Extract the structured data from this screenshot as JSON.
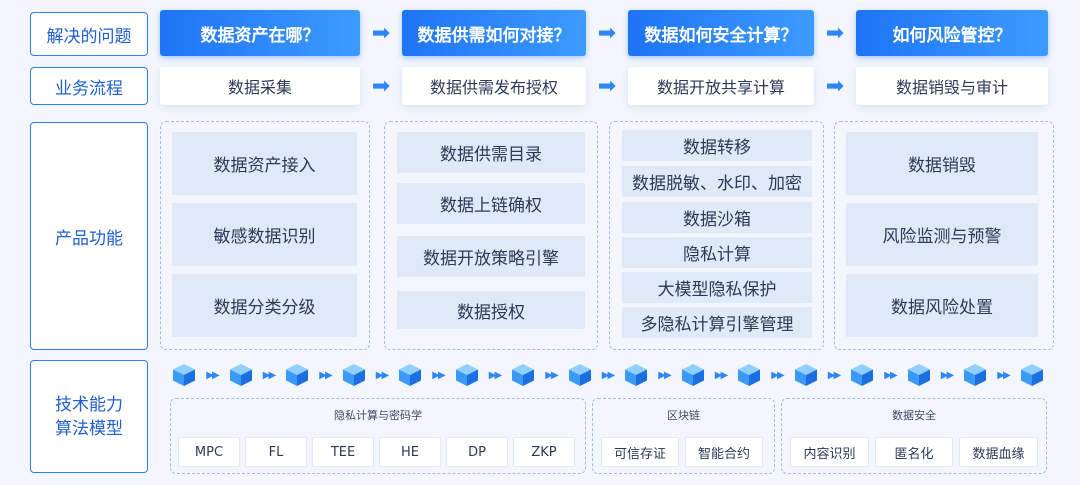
{
  "row_labels": {
    "problem": "解决的问题",
    "process": "业务流程",
    "product": "产品功能",
    "tech_line1": "技术能力",
    "tech_line2": "算法模型"
  },
  "questions": [
    "数据资产在哪？",
    "数据供需如何对接？",
    "数据如何安全计算？",
    "如何风险管控？"
  ],
  "process_steps": [
    "数据采集",
    "数据供需发布授权",
    "数据开放共享计算",
    "数据销毁与审计"
  ],
  "product_columns": [
    {
      "items": [
        "数据资产接入",
        "敏感数据识别",
        "数据分类分级"
      ]
    },
    {
      "items": [
        "数据供需目录",
        "数据上链确权",
        "数据开放策略引擎",
        "数据授权"
      ]
    },
    {
      "items": [
        "数据转移",
        "数据脱敏、水印、加密",
        "数据沙箱",
        "隐私计算",
        "大模型隐私保护",
        "多隐私计算引擎管理"
      ]
    },
    {
      "items": [
        "数据销毁",
        "风险监测与预警",
        "数据风险处置"
      ]
    }
  ],
  "tech_groups": [
    {
      "title": "隐私计算与密码学",
      "chips": [
        "MPC",
        "FL",
        "TEE",
        "HE",
        "DP",
        "ZKP"
      ]
    },
    {
      "title": "区块链",
      "chips": [
        "可信存证",
        "智能合约"
      ]
    },
    {
      "title": "数据安全",
      "chips": [
        "内容识别",
        "匿名化",
        "数据血缘"
      ]
    }
  ],
  "icons": {
    "arrow": "right-arrow-icon",
    "cube": "cube-icon",
    "chevron": "double-chevron-icon"
  },
  "colors": {
    "accent": "#2f7df6",
    "cell_bg": "#dfe9f7",
    "background": "#f3f6fc"
  }
}
